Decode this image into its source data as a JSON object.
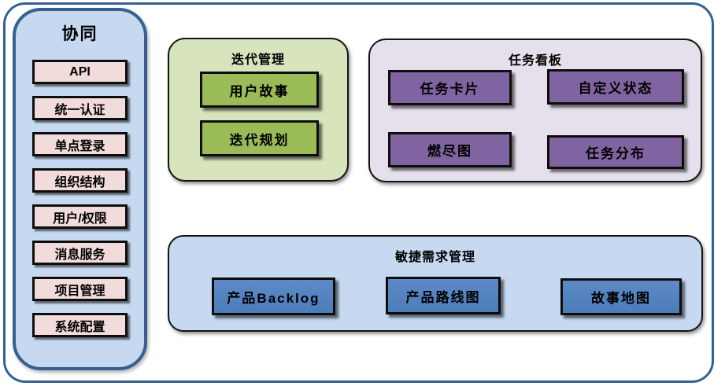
{
  "colors": {
    "outer_border": "#35618f",
    "sidebar_bg": "#c6d9f1",
    "sidebar_border": "#35618f",
    "sidebar_item_bg": "#f2dcdb",
    "iteration_panel_bg": "#d7e4bc",
    "iteration_button_bg": "#9bbb59",
    "kanban_panel_bg": "#e6e0ec",
    "kanban_button_bg": "#8064a2",
    "agile_panel_bg": "#c6d9f1",
    "agile_button_bg": "#4f81bd",
    "box_border": "#0d0d0d"
  },
  "sidebar": {
    "title": "协同",
    "items": [
      {
        "label": "API"
      },
      {
        "label": "统一认证"
      },
      {
        "label": "单点登录"
      },
      {
        "label": "组织结构"
      },
      {
        "label": "用户/权限"
      },
      {
        "label": "消息服务"
      },
      {
        "label": "项目管理"
      },
      {
        "label": "系统配置"
      }
    ]
  },
  "iteration": {
    "title": "迭代管理",
    "items": [
      {
        "label": "用户故事"
      },
      {
        "label": "迭代规划"
      }
    ]
  },
  "kanban": {
    "title": "任务看板",
    "items": [
      {
        "label": "任务卡片"
      },
      {
        "label": "自定义状态"
      },
      {
        "label": "燃尽图"
      },
      {
        "label": "任务分布"
      }
    ]
  },
  "agile": {
    "title": "敏捷需求管理",
    "items": [
      {
        "label": "产品Backlog"
      },
      {
        "label": "产品路线图"
      },
      {
        "label": "故事地图"
      }
    ]
  }
}
